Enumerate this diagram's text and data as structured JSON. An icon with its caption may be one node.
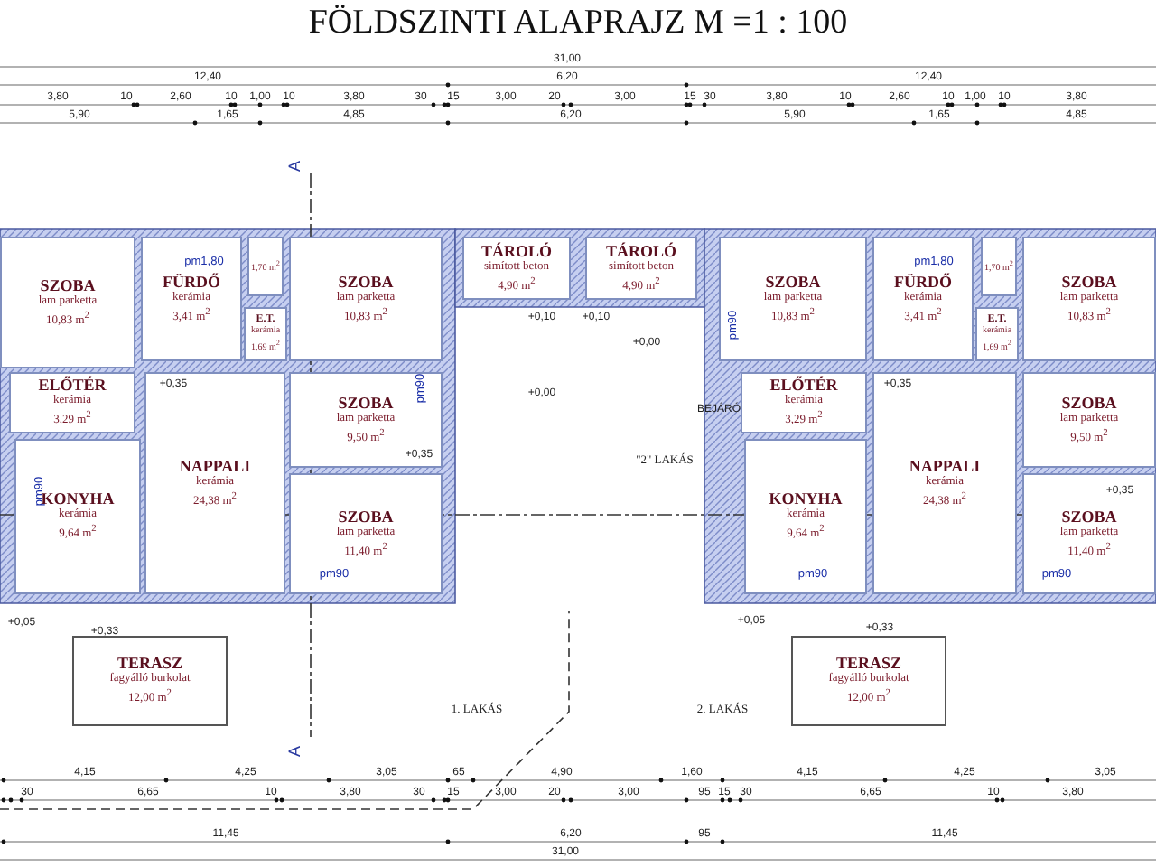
{
  "diagram": {
    "title": "FÖLDSZINTI ALAPRAJZ M =1 : 100",
    "nodes": [
      {
        "text": [
          "SZOBA",
          "lam parketta",
          "10,83 m$^{2}$"
        ]
      },
      {
        "text": [
          "FÜRDŐ",
          "kerámia",
          "3,41 m$^{2}$"
        ]
      },
      {
        "text": [
          "1,70 m$^{2}$"
        ]
      },
      {
        "text": [
          "SZOBA",
          "lam parketta",
          "10,83 m$^{2}$"
        ]
      },
      {
        "text": [
          "TÁROLÓ",
          "simított beton",
          "4,90 m$^{2}$"
        ]
      },
      {
        "text": [
          "TÁROLÓ",
          "simított beton",
          "4,90 m$^{2}$"
        ]
      },
      {
        "text": [
          "SZOBA",
          "lam parketta",
          "10,83 m$^{2}$"
        ]
      },
      {
        "text": [
          "FÜRDŐ",
          "kerámia",
          "3,41 m$^{2}$"
        ]
      },
      {
        "text": [
          "1,70 m$^{2}$"
        ]
      },
      {
        "text": [
          "SZOBA",
          "lam parketta",
          "10,83 m$^{2}$"
        ]
      },
      {
        "text": [
          "E.T.",
          "kerámia",
          "1,69 m$^{2}$"
        ]
      },
      {
        "text": [
          "E.T.",
          "kerámia",
          "1,69 m$^{2}$"
        ]
      },
      {
        "text": [
          "ELŐTÉR",
          "kerámia",
          "3,29 m$^{2}$"
        ]
      },
      {
        "text": [
          "SZOBA",
          "lam parketta",
          "9,50 m$^{2}$"
        ]
      },
      {
        "text": [
          "ELŐTÉR",
          "kerámia",
          "3,29 m$^{2}$"
        ]
      },
      {
        "text": [
          "SZOBA",
          "lam parketta",
          "9,50 m$^{2}$"
        ]
      },
      {
        "text": [
          "KONYHA",
          "kerámia",
          "9,64 m$^{2}$"
        ]
      },
      {
        "text": [
          "NAPPALI",
          "kerámia",
          "24,38 m$^{2}$"
        ]
      },
      {
        "text": [
          "SZOBA",
          "lam parketta",
          "11,40 m$^{2}$"
        ]
      },
      {
        "text": [
          "KONYHA",
          "kerámia",
          "9,64 m$^{2}$"
        ]
      },
      {
        "text": [
          "NAPPALI",
          "kerámia",
          "24,38 m$^{2}$"
        ]
      },
      {
        "text": [
          "SZOBA",
          "lam parketta",
          "11,40 m$^{2}$"
        ]
      },
      {
        "text": [
          "TERASZ",
          "fagyálló burkolat",
          "12,00 m$^{2}$"
        ]
      },
      {
        "text": [
          "TERASZ",
          "fagyálló burkolat",
          "12,00 m$^{2}$"
        ]
      }
    ],
    "labels": [
      "31,00",
      "12,40",
      "6,20",
      "12,40",
      "3,80",
      "10",
      "2,60",
      "10",
      "1,00",
      "10",
      "3,80",
      "30",
      "15",
      "3,00",
      "20",
      "3,00",
      "15",
      "30",
      "3,80",
      "10",
      "2,60",
      "10",
      "1,00",
      "10",
      "3,80",
      "5,90",
      "1,65",
      "4,85",
      "6,20",
      "5,90",
      "1,65",
      "4,85",
      "A",
      "pm1,80",
      "+0,10",
      "+0,10",
      "pm1,80",
      "pm90",
      "+0,00",
      "+0,00",
      "pm90",
      "+0,35",
      "BEJÁRÓ",
      "+0,35",
      "+0,35",
      "\"2\" LAKÁS",
      "+0,35",
      "pm90",
      "pm90",
      "pm90",
      "pm90",
      "+0,05",
      "+0,05",
      "+0,33",
      "+0,33",
      "1. LAKÁS",
      "2. LAKÁS",
      "A",
      "4,15",
      "4,25",
      "3,05",
      "65",
      "4,90",
      "1,60",
      "4,15",
      "4,25",
      "3,05",
      "30",
      "6,65",
      "10",
      "3,80",
      "30",
      "15",
      "3,00",
      "20",
      "3,00",
      "95",
      "15",
      "30",
      "6,65",
      "10",
      "3,80",
      "11,45",
      "6,20",
      "95",
      "11,45",
      "31,00"
    ]
  }
}
